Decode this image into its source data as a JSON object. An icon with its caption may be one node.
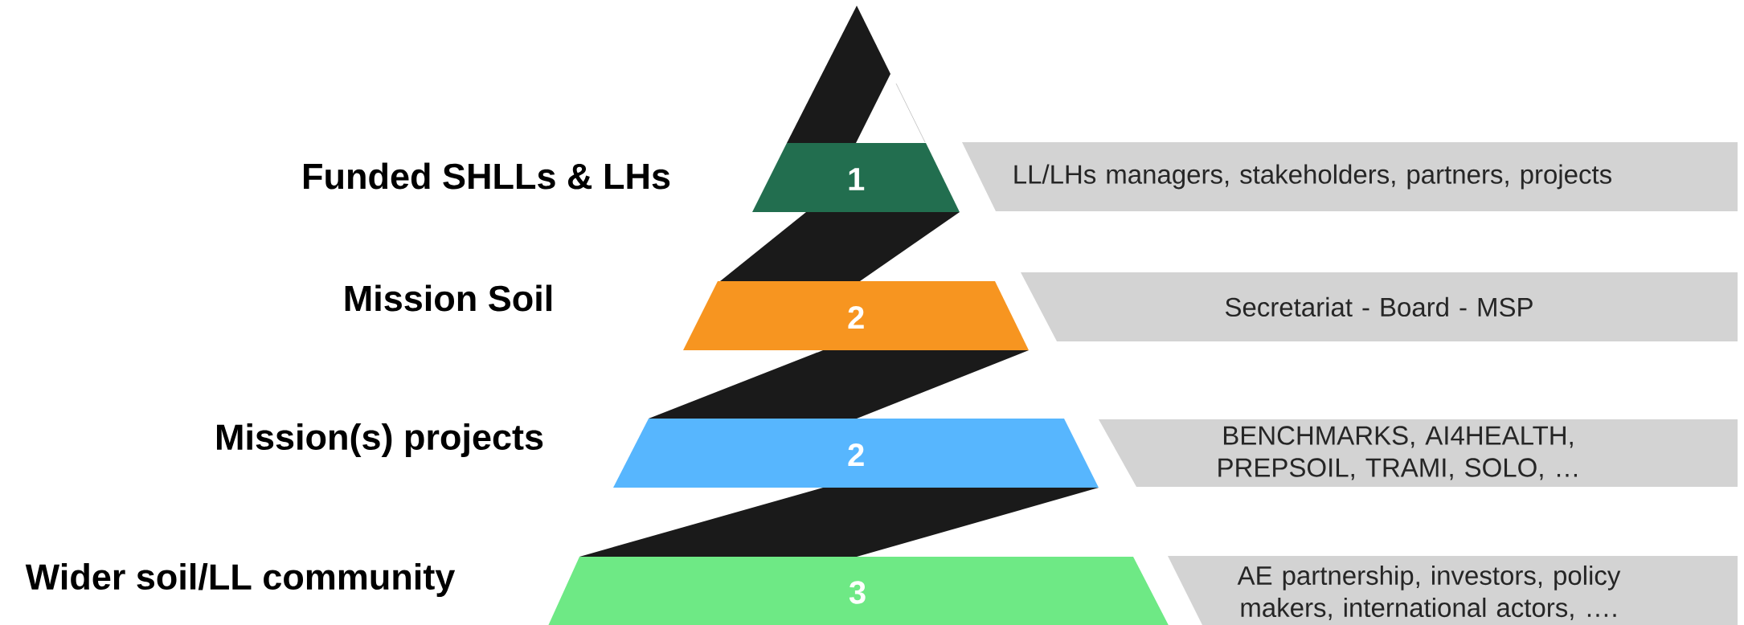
{
  "diagram": {
    "nodes": [
      {
        "text": [
          "1"
        ]
      },
      {
        "text": [
          "LL/LHs managers, stakeholders, partners, projects"
        ]
      },
      {
        "text": [
          "2"
        ]
      },
      {
        "text": [
          "Secretariat - Board - MSP"
        ]
      },
      {
        "text": [
          "2"
        ]
      },
      {
        "text": [
          "BENCHMARKS, AI4HEALTH, PREPSOIL, TRAMI, SOLO, …"
        ]
      },
      {
        "text": [
          "3"
        ]
      },
      {
        "text": [
          "AE partnership, investors, policy makers, international actors, …."
        ]
      }
    ],
    "labels": [
      "Funded SHLLs & LHs",
      "Mission Soil",
      "Mission(s) projects",
      "Wider soil/LL community"
    ]
  }
}
